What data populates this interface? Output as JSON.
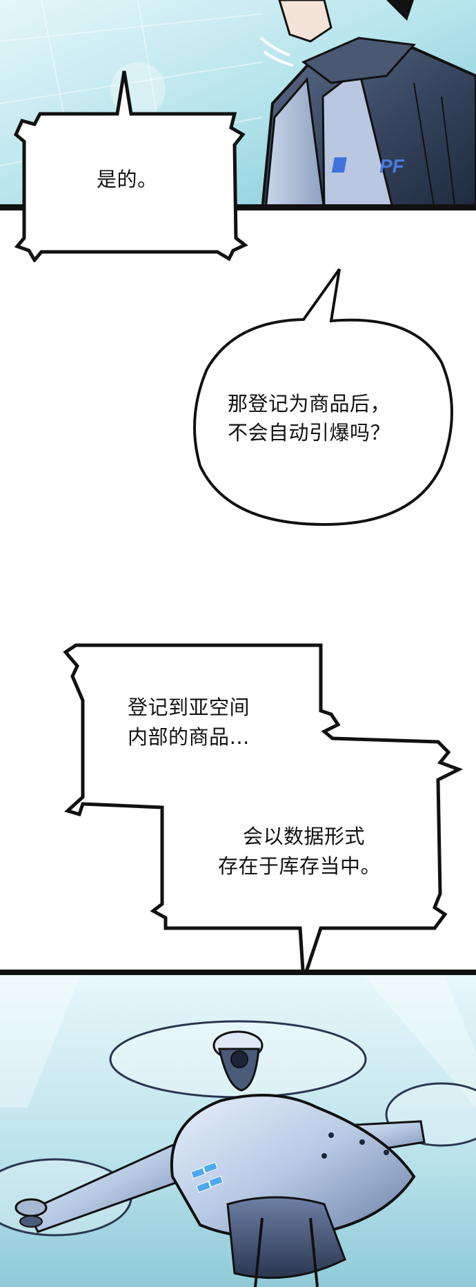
{
  "panels": {
    "top": {
      "badge_text": "PF",
      "colors": {
        "bg_light": "#d6f1f4",
        "bg_mid": "#9fd8e2",
        "jacket": "#3b4a63",
        "jacket_light": "#8fa2c0",
        "badge": "#4a7be0"
      }
    },
    "bottom": {
      "colors": {
        "bg_light": "#e8f8fb",
        "bg_mid": "#a9dbe6",
        "drone_body": "#c9dbef",
        "drone_shadow": "#41506e",
        "light_blue": "#4fa9ee"
      }
    }
  },
  "bubbles": {
    "b1": {
      "text": "是的。"
    },
    "b2": {
      "line1": "那登记为商品后，",
      "line2": "不会自动引爆吗？"
    },
    "b3": {
      "part1_line1": "登记到亚空间",
      "part1_line2": "内部的商品…",
      "part2_line1": "会以数据形式",
      "part2_line2": "存在于库存当中。"
    }
  }
}
